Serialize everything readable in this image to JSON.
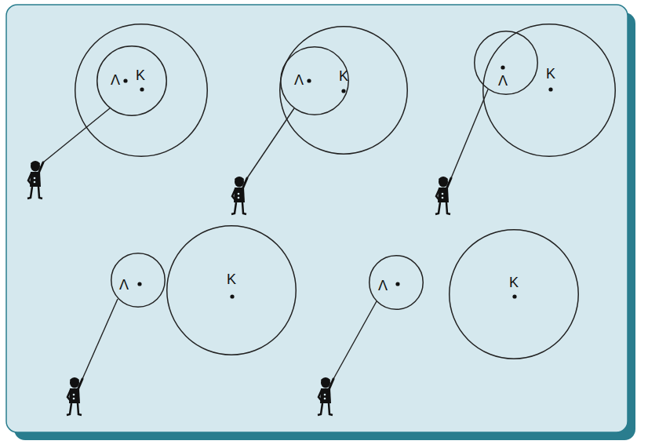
{
  "diagram": {
    "nodes": [
      {
        "text": [
          "K"
        ]
      },
      {
        "text": [
          "Λ"
        ],
        "in": 0
      },
      {
        "text": [
          "K"
        ]
      },
      {
        "text": [
          "Λ"
        ],
        "in": 2
      },
      {
        "text": [
          "Λ"
        ]
      },
      {
        "text": [
          "K"
        ]
      },
      {
        "text": [
          "Λ"
        ]
      },
      {
        "text": [
          "K"
        ]
      },
      {
        "text": [
          "Λ"
        ]
      },
      {
        "text": [
          "K"
        ]
      }
    ]
  }
}
